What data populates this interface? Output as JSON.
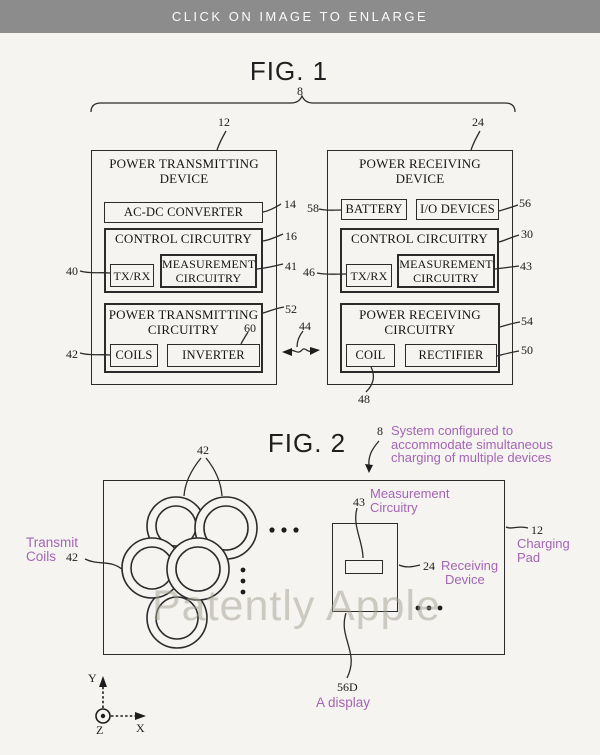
{
  "header": {
    "title": "CLICK ON IMAGE TO ENLARGE"
  },
  "colors": {
    "header_bg": "#8c8c8c",
    "background": "#f5f4f1",
    "line": "#2b2b2b",
    "annotation_purple": "#a465b2",
    "watermark_gray": "#a49f90"
  },
  "fig1": {
    "title": "FIG. 1",
    "refs": {
      "system": "8",
      "transmitter": "12",
      "receiver": "24",
      "acdc": "14",
      "control_tx": "16",
      "txrx_tx": "40",
      "meas_tx": "41",
      "power_tx_circuitry": "52",
      "coils": "42",
      "inverter": "60",
      "wireless_link": "44",
      "battery": "58",
      "io_devices": "56",
      "control_rx": "30",
      "txrx_rx": "46",
      "meas_rx": "43",
      "power_rx_circuitry": "54",
      "rectifier": "50",
      "coil_rx": "48"
    },
    "transmitter": {
      "title": "POWER TRANSMITTING DEVICE",
      "acdc": "AC-DC CONVERTER",
      "control": "CONTROL CIRCUITRY",
      "txrx": "TX/RX",
      "measurement": "MEASUREMENT CIRCUITRY",
      "power_circuitry": "POWER TRANSMITTING CIRCUITRY",
      "coils": "COILS",
      "inverter": "INVERTER"
    },
    "receiver": {
      "title": "POWER RECEIVING DEVICE",
      "battery": "BATTERY",
      "io": "I/O DEVICES",
      "control": "CONTROL CIRCUITRY",
      "txrx": "TX/RX",
      "measurement": "MEASUREMENT CIRCUITRY",
      "power_circuitry": "POWER RECEIVING CIRCUITRY",
      "coil": "COIL",
      "rectifier": "RECTIFIER"
    }
  },
  "fig2": {
    "title": "FIG. 2",
    "refs": {
      "system": "8",
      "coils_top": "42",
      "coils_side": "42",
      "measurement": "43",
      "receiving_device": "24",
      "charging_pad": "12",
      "display": "56D"
    },
    "annotations": {
      "system_note": [
        "System configured to",
        "accommodate simultaneous",
        "charging of multiple devices"
      ],
      "transmit_coils": [
        "Transmit",
        "Coils"
      ],
      "measurement": [
        "Measurement",
        "Circuitry"
      ],
      "receiving_device": [
        "Receiving",
        "Device"
      ],
      "charging_pad": [
        "Charging",
        "Pad"
      ],
      "display": "A display"
    },
    "axes": {
      "x": "X",
      "y": "Y",
      "z": "Z"
    },
    "watermark": "Patently Apple"
  }
}
